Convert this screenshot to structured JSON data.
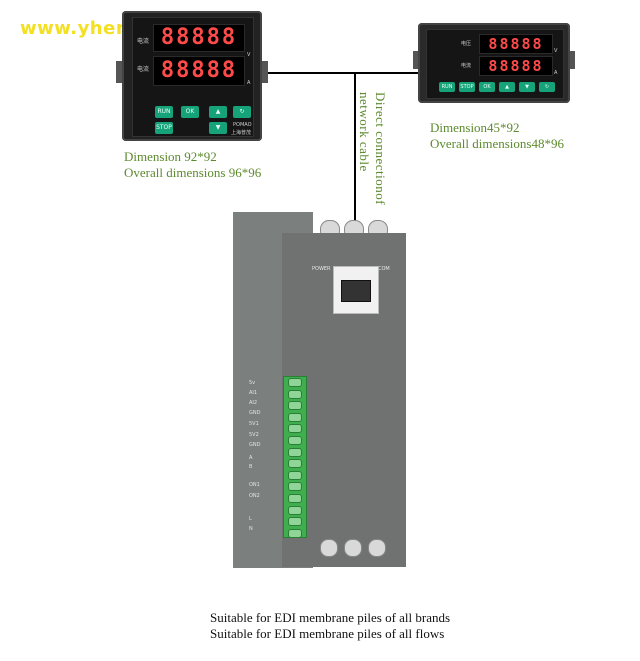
{
  "watermark": "www.yhenviro.com",
  "left_meter": {
    "display_top": "88888",
    "display_bottom": "88888",
    "label_top": "电流",
    "label_bottom": "电流",
    "unit_top": "V",
    "unit_bottom": "A",
    "brand": "POMAO",
    "brand_cn": "上海普茂",
    "buttons": [
      "RUN",
      "OK",
      "▲",
      "↻",
      "STOP",
      "▼"
    ],
    "dimension": "Dimension 92*92",
    "overall": "Overall dimensions 96*96"
  },
  "right_meter": {
    "display_top": "88888",
    "display_bottom": "88888",
    "label_top": "电压",
    "label_bottom": "电流",
    "unit_top": "V",
    "unit_bottom": "A",
    "buttons": [
      "RUN",
      "STOP",
      "OK",
      "▲",
      "▼",
      "↻"
    ],
    "dimension": "Dimension45*92",
    "overall": "Overall dimensions48*96"
  },
  "connection_label": [
    "Direct connection",
    "of network cable"
  ],
  "controller": {
    "port_left": "POWER",
    "port_right": "COM",
    "terminal_labels": [
      "5v",
      "AI1",
      "AI2",
      "GND",
      "5V1",
      "5V2",
      "GND",
      "A",
      "B",
      "ON1",
      "ON2",
      "L",
      "N"
    ]
  },
  "captions": [
    "Suitable for EDI membrane piles of all brands",
    "Suitable for EDI membrane piles of all flows"
  ],
  "colors": {
    "watermark": "#f4e021",
    "dimension_text": "#5d8a2e",
    "segment_red": "#ff4a4a",
    "button_green": "#16a37a",
    "terminal_green": "#3fae4f"
  }
}
